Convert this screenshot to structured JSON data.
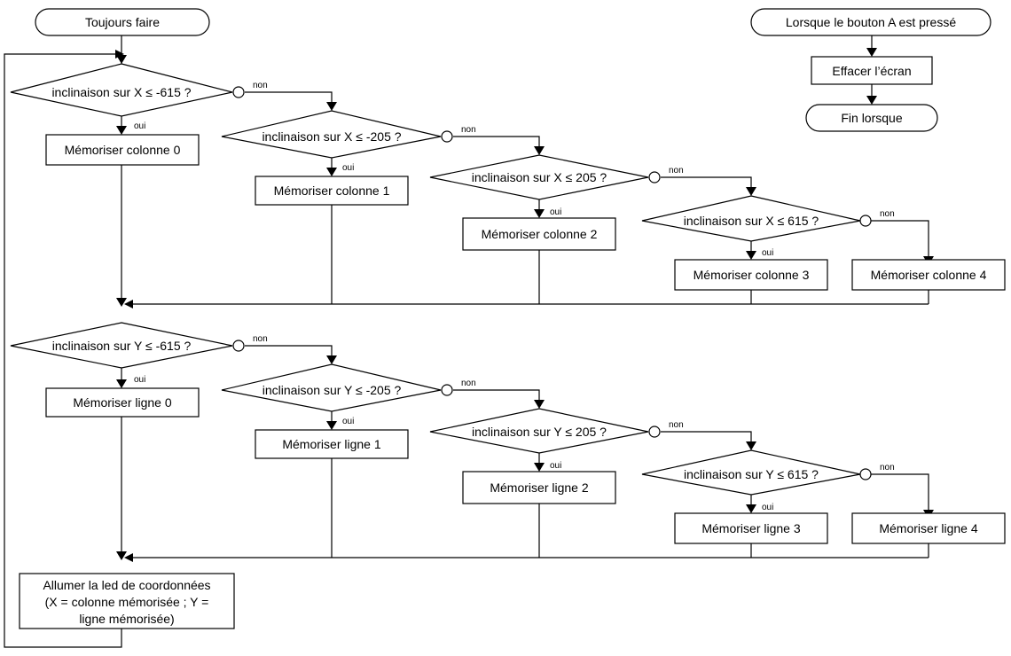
{
  "flowchart": {
    "start_always": "Toujours faire",
    "event_start": "Lorsque le bouton A est pressé",
    "clear_screen": "Effacer l’écran",
    "event_end": "Fin lorsque",
    "yes": "oui",
    "no": "non",
    "x_decisions": [
      "inclinaison sur X ≤ -615 ?",
      "inclinaison sur X ≤ -205 ?",
      "inclinaison sur X ≤ 205 ?",
      "inclinaison sur X ≤ 615 ?"
    ],
    "x_actions": [
      "Mémoriser colonne 0",
      "Mémoriser colonne 1",
      "Mémoriser colonne 2",
      "Mémoriser colonne 3",
      "Mémoriser colonne 4"
    ],
    "y_decisions": [
      "inclinaison sur Y ≤ -615 ?",
      "inclinaison sur Y ≤ -205 ?",
      "inclinaison sur Y ≤ 205 ?",
      "inclinaison sur Y ≤ 615 ?"
    ],
    "y_actions": [
      "Mémoriser ligne 0",
      "Mémoriser ligne 1",
      "Mémoriser ligne 2",
      "Mémoriser ligne 3",
      "Mémoriser ligne 4"
    ],
    "final_action": [
      "Allumer la led de coordonnées",
      "(X = colonne mémorisée ; Y =",
      "ligne mémorisée)"
    ]
  }
}
